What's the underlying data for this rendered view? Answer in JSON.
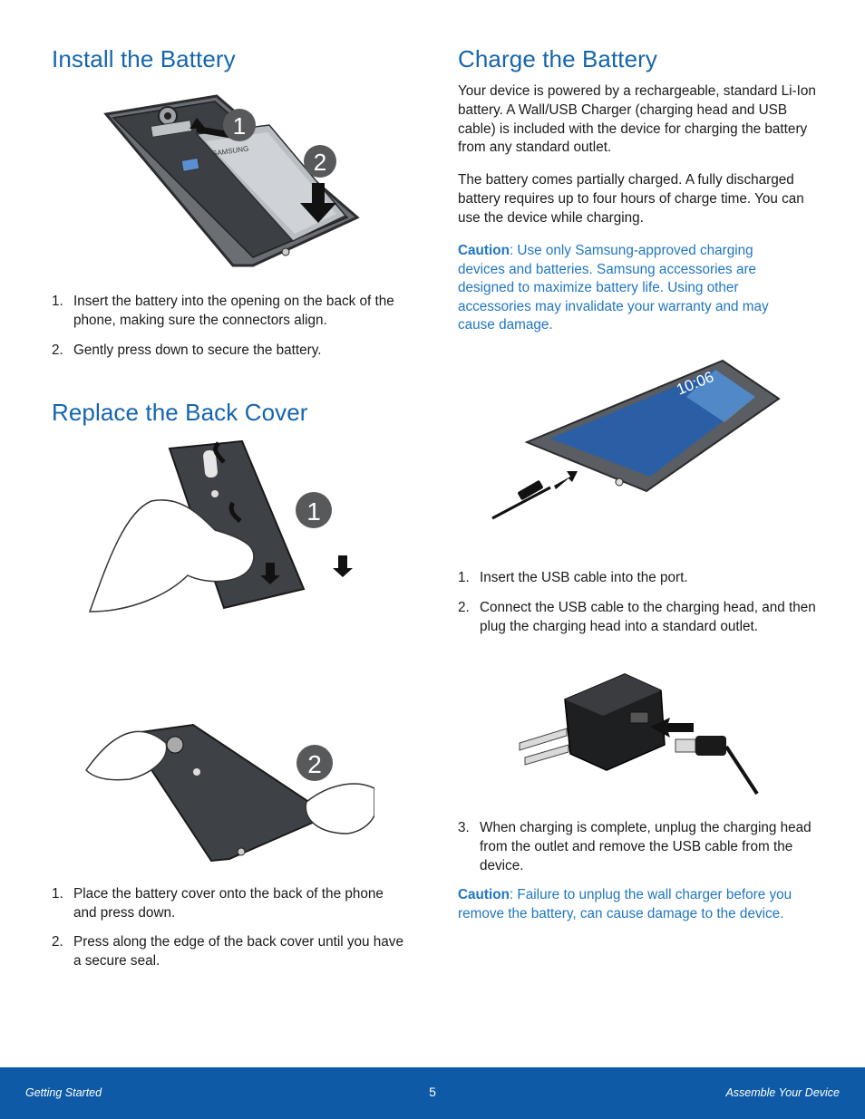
{
  "install": {
    "title": "Install the Battery",
    "steps": [
      {
        "num": "1.",
        "text": "Insert the battery into the opening on the back of the phone, making sure the connectors align."
      },
      {
        "num": "2.",
        "text": "Gently press down to secure the battery."
      }
    ],
    "figure_labels": [
      "1",
      "2"
    ],
    "battery_brand": "SAMSUNG"
  },
  "replace": {
    "title": "Replace the Back Cover",
    "steps": [
      {
        "num": "1.",
        "text": "Place the battery cover onto the back of the phone and press down."
      },
      {
        "num": "2.",
        "text": "Press along the edge of the back cover until you have a secure seal."
      }
    ],
    "figure1_label": "1",
    "figure2_label": "2"
  },
  "charge": {
    "title": "Charge the Battery",
    "para1": "Your device is powered by a rechargeable, standard Li-Ion battery. A Wall/USB Charger (charging head and USB cable) is included with the device for charging the battery from any standard outlet.",
    "para2": "The battery comes partially charged. A fully discharged battery requires up to four hours of charge time. You can use the device while charging.",
    "caution1_label": "Caution",
    "caution1_text": ": Use only Samsung-approved charging devices and batteries. Samsung accessories are designed to maximize battery life. Using other accessories may invalidate your warranty and may cause damage.",
    "phone_clock": "10:06",
    "steps": [
      {
        "num": "1.",
        "text": "Insert the USB cable into the port."
      },
      {
        "num": "2.",
        "text": "Connect the USB cable to the charging head, and then plug the charging head into a standard outlet."
      },
      {
        "num": "3.",
        "text": "When charging is complete, unplug the charging head from the outlet and remove the USB cable from the device."
      }
    ],
    "caution2_label": "Caution",
    "caution2_text": ": Failure to unplug the wall charger before you remove the battery, can cause damage to the device."
  },
  "footer": {
    "left": "Getting Started",
    "page": "5",
    "right": "Assemble Your Device"
  },
  "colors": {
    "heading": "#1565ad",
    "caution": "#1f76c2",
    "footer_bg": "#0f5aa6"
  }
}
